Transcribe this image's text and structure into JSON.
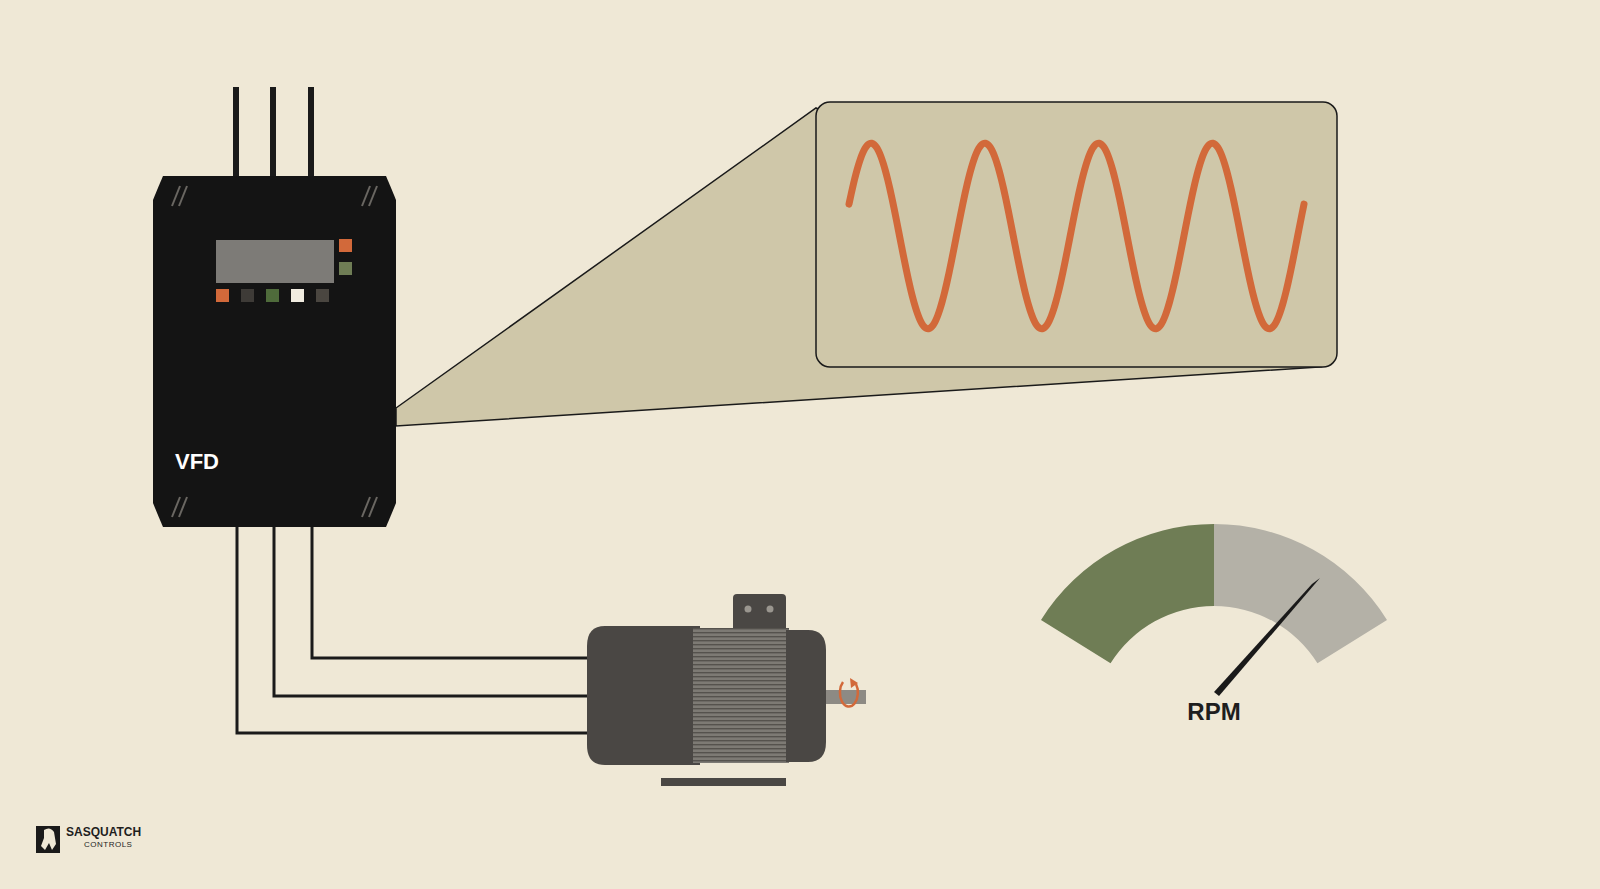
{
  "diagram": {
    "nodes": [
      {
        "text": [
          "VFD"
        ]
      }
    ],
    "labels": [
      "RPM",
      "SASQUATCH",
      "CONTROLS"
    ]
  }
}
